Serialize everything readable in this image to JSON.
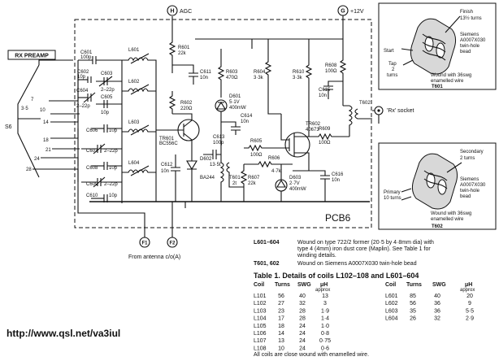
{
  "nodes": {
    "agc": {
      "letter": "H",
      "label": "AGC"
    },
    "supply": {
      "letter": "G",
      "label": "+12V"
    },
    "f1": {
      "letter": "F1"
    },
    "f2": {
      "letter": "F2"
    },
    "antenna": "From antenna c/o(A)"
  },
  "rx_preamp": "RX PREAMP",
  "switch": {
    "name": "S6",
    "positions": [
      "3·5",
      "7",
      "10",
      "14",
      "18",
      "21",
      "24",
      "28"
    ]
  },
  "pcb": "PCB6",
  "components": {
    "C601": {
      "name": "C601",
      "value": "100p"
    },
    "C602": {
      "name": "C602",
      "value": "10p"
    },
    "C603": {
      "name": "C603",
      "value": "2–22p"
    },
    "C604": {
      "name": "C604",
      "value": "2–22p"
    },
    "C605": {
      "name": "C605",
      "value": "10p"
    },
    "C606": {
      "name": "C606",
      "value": "10p"
    },
    "C607": {
      "name": "C607",
      "value": "2–22p"
    },
    "C608": {
      "name": "C608",
      "value": "10p"
    },
    "C609": {
      "name": "C609",
      "value": "2–22p"
    },
    "C610": {
      "name": "C610",
      "value": "10p"
    },
    "L601": {
      "name": "L601"
    },
    "L602": {
      "name": "L602"
    },
    "L603": {
      "name": "L603"
    },
    "L604": {
      "name": "L604"
    },
    "R601": {
      "name": "R601",
      "value": "22k"
    },
    "C611": {
      "name": "C611",
      "value": "10n"
    },
    "R602": {
      "name": "R602",
      "value": "220Ω"
    },
    "TR601": {
      "name": "TR601",
      "value": "BC556C"
    },
    "D602": {
      "name": "D602",
      "value": "BA244"
    },
    "C612": {
      "name": "C612",
      "value": "10n"
    },
    "T601": {
      "name": "T601",
      "primary": "13·5t",
      "secondary": "2t"
    },
    "R603": {
      "name": "R603",
      "value": "470Ω"
    },
    "R604": {
      "name": "R604",
      "value": "3·3k"
    },
    "D601": {
      "name": "D601",
      "value": "5·1V",
      "power": "400mW"
    },
    "C614": {
      "name": "C614",
      "value": "10n"
    },
    "C613": {
      "name": "C613",
      "value": "100p"
    },
    "R605": {
      "name": "R605",
      "value": "100Ω"
    },
    "R606": {
      "name": "R606",
      "value": "4·7k"
    },
    "R607": {
      "name": "R607",
      "value": "22k"
    },
    "D603": {
      "name": "D603",
      "value": "2·7V",
      "power": "400mW"
    },
    "R610": {
      "name": "R610",
      "value": "3·3k"
    },
    "TR602": {
      "name": "TR602",
      "value": "40673"
    },
    "R608": {
      "name": "R608",
      "value": "100Ω"
    },
    "C615": {
      "name": "C615",
      "value": "10n"
    },
    "R609": {
      "name": "R609",
      "value": "100Ω"
    },
    "C616": {
      "name": "C616",
      "value": "10n"
    },
    "T602": {
      "name": "T602"
    }
  },
  "rx_socket": "'Rx' socket",
  "t601_detail": {
    "finish": "Finish",
    "finish_turns": "13½ turns",
    "start": "Start",
    "tap": "Tap",
    "tap_turns": "2",
    "tap_unit": "turns",
    "core": [
      "Siemens",
      "A0007X030",
      "twin-hole",
      "bead"
    ],
    "wire": [
      "Wound with 36swg",
      "enamelled wire"
    ],
    "caption": "T601"
  },
  "t602_detail": {
    "secondary": "Secondary",
    "secondary_turns": "2 turns",
    "primary": "Primary",
    "primary_turns": "10 turns",
    "core": [
      "Siemens",
      "A0007X030",
      "twin-hole",
      "bead"
    ],
    "wire": [
      "Wound with 36swg",
      "enamelled wire"
    ],
    "caption": "T602"
  },
  "notes": [
    {
      "ref": "L601–604",
      "lines": [
        "Wound on type 722/2 former (20·5 by 4·8mm dia) with",
        "type 4 (4mm) iron dust core (Maplin). See Table 1 for",
        "winding details."
      ]
    },
    {
      "ref": "T601, 602",
      "lines": [
        "Wound on Siemens A0007X030 twin-hole bead"
      ]
    }
  ],
  "table": {
    "title": "Table 1. Details of coils L102–108 and L601–604",
    "headers": [
      "Coil",
      "Turns",
      "SWG",
      "μH"
    ],
    "approx": "approx",
    "left_rows": [
      [
        "L101",
        "56",
        "40",
        "13"
      ],
      [
        "L102",
        "27",
        "32",
        "3"
      ],
      [
        "L103",
        "23",
        "28",
        "1·9"
      ],
      [
        "L104",
        "17",
        "28",
        "1·4"
      ],
      [
        "L105",
        "18",
        "24",
        "1·0"
      ],
      [
        "L106",
        "14",
        "24",
        "0·8"
      ],
      [
        "L107",
        "13",
        "24",
        "0·75"
      ],
      [
        "L108",
        "10",
        "24",
        "0·6"
      ]
    ],
    "right_rows": [
      [
        "L601",
        "85",
        "40",
        "20"
      ],
      [
        "L602",
        "56",
        "36",
        "9"
      ],
      [
        "L603",
        "35",
        "36",
        "5·5"
      ],
      [
        "L604",
        "26",
        "32",
        "2·9"
      ]
    ],
    "footnote": "All coils are close wound with enamelled wire."
  },
  "url": "http://www.qsl.net/va3iul"
}
